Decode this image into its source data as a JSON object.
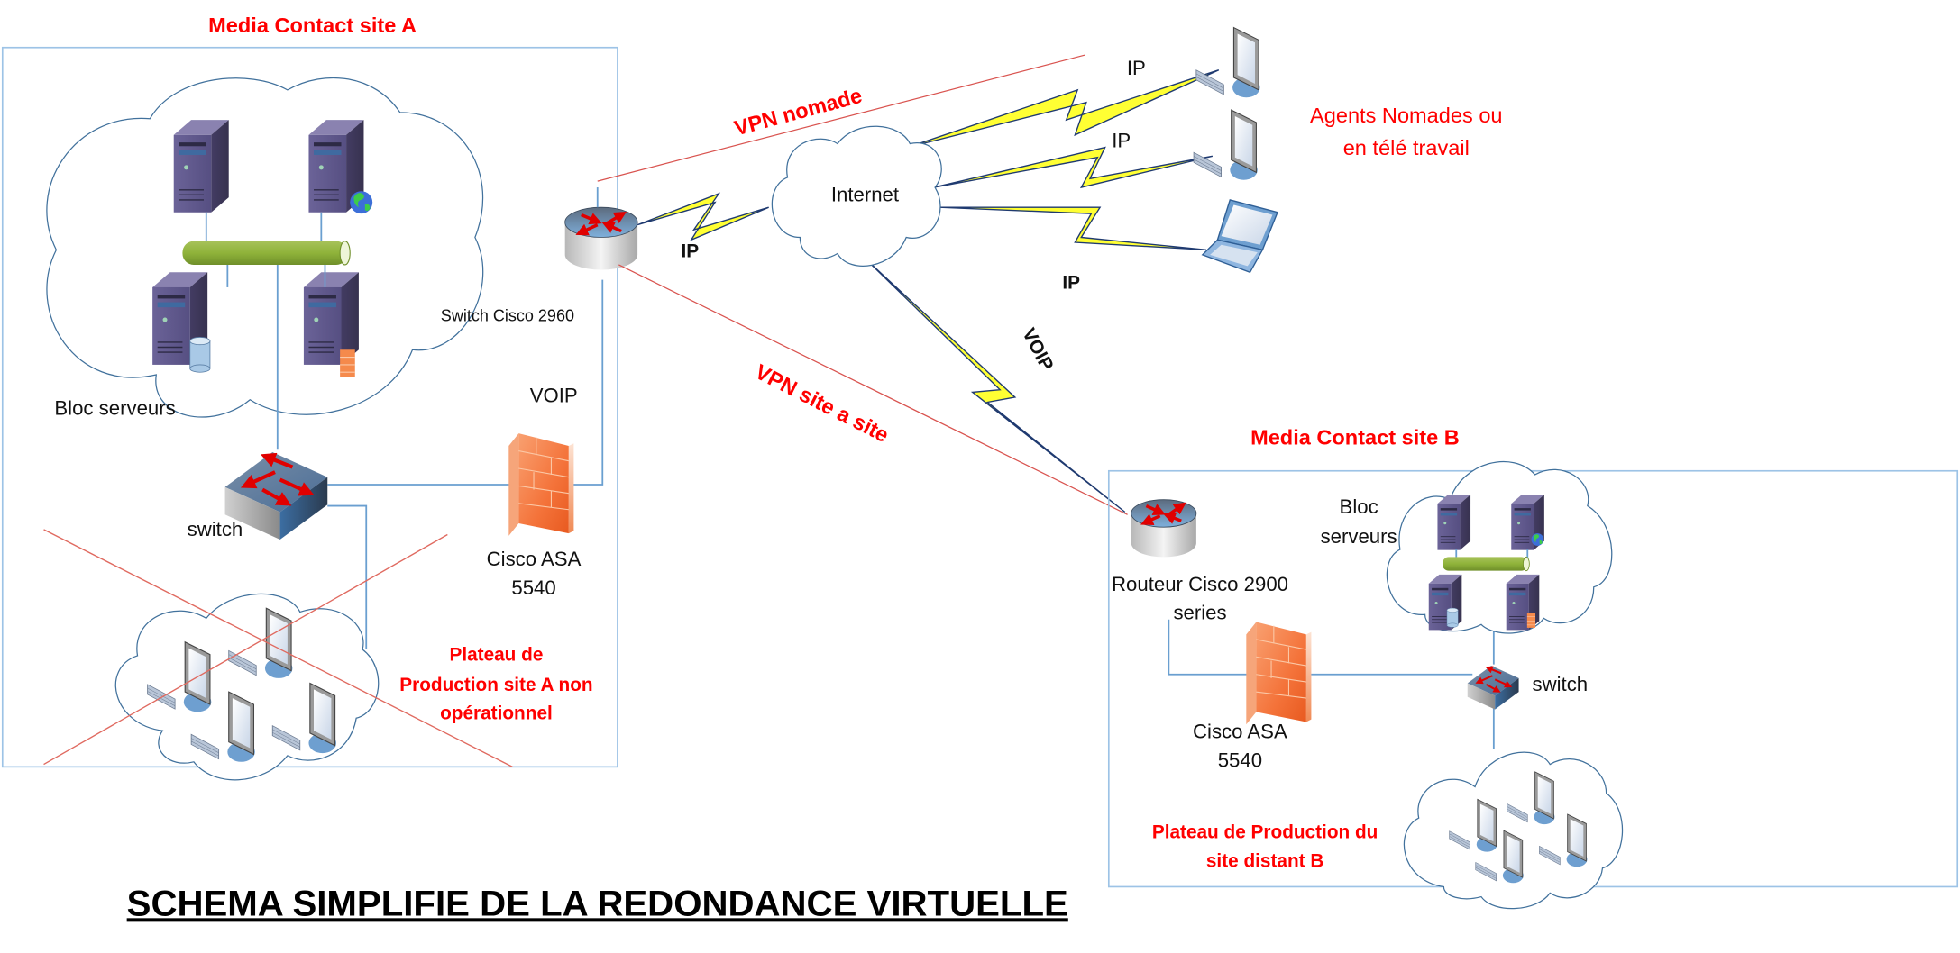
{
  "title": "SCHEMA SIMPLIFIE DE LA REDONDANCE VIRTUELLE",
  "colors": {
    "label_red": "#ff0000",
    "box_border": "#9dc3e6",
    "link_blue": "#6a9fd0",
    "vpn_line": "#d9534f",
    "lightning": "#ffff33",
    "firewall": "#f4733a",
    "server": "#5c5480",
    "bus": "#8fb33a"
  },
  "site_a": {
    "title": "Media Contact site A",
    "server_block_label": "Bloc serveurs",
    "switch_core_label": "Switch Cisco 2960",
    "voip_label": "VOIP",
    "switch_label": "switch",
    "firewall_label_line1": "Cisco ASA",
    "firewall_label_line2": "5540",
    "production_label_line1": "Plateau de",
    "production_label_line2": "Production site A non",
    "production_label_line3": "opérationnel",
    "production_status": "non opérationnel"
  },
  "wan": {
    "vpn_nomade_label": "VPN nomade",
    "vpn_site_label": "VPN site  a site",
    "internet_label": "Internet",
    "ip_router_label": "IP",
    "ip_agent1_label": "IP",
    "ip_agent2_label": "IP",
    "ip_agent3_label": "IP",
    "voip_label": "VOIP",
    "agents_label_line1": "Agents Nomades ou",
    "agents_label_line2": "en  télé travail"
  },
  "site_b": {
    "title": "Media Contact site B",
    "router_label_line1": "Routeur Cisco 2900",
    "router_label_line2": "series",
    "server_block_label_line1": "Bloc",
    "server_block_label_line2": "serveurs",
    "switch_label": "switch",
    "firewall_label_line1": "Cisco ASA",
    "firewall_label_line2": "5540",
    "production_label_line1": "Plateau de Production du",
    "production_label_line2": "site distant B"
  }
}
